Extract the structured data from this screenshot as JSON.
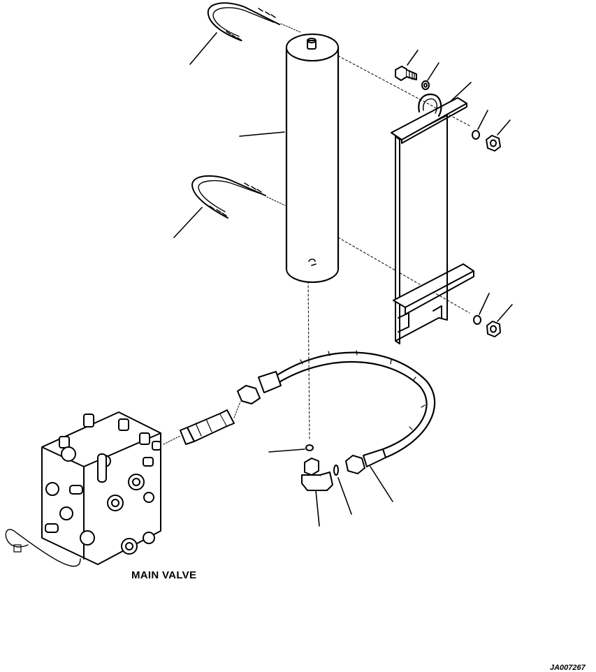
{
  "labels": {
    "main_valve": "MAIN VALVE",
    "drawing_code": "JA007267"
  },
  "parts": [
    "accumulator-cylinder",
    "u-bolt-upper",
    "u-bolt-lower",
    "mounting-bracket",
    "bolt",
    "washer",
    "nut-upper",
    "nut-lower",
    "hydraulic-hose",
    "adapter-fitting",
    "o-ring",
    "elbow-fitting",
    "main-valve"
  ],
  "colors": {
    "line": "#000000",
    "background": "#ffffff"
  }
}
